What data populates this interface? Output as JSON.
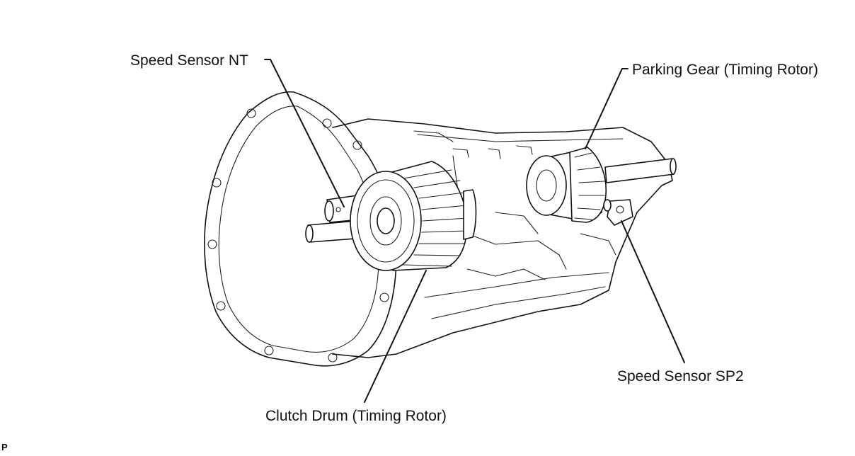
{
  "labels": {
    "speed_sensor_nt": "Speed Sensor NT",
    "parking_gear": "Parking Gear (Timing Rotor)",
    "speed_sensor_sp2": "Speed Sensor SP2",
    "clutch_drum": "Clutch Drum (Timing Rotor)"
  },
  "corner_code": "P"
}
